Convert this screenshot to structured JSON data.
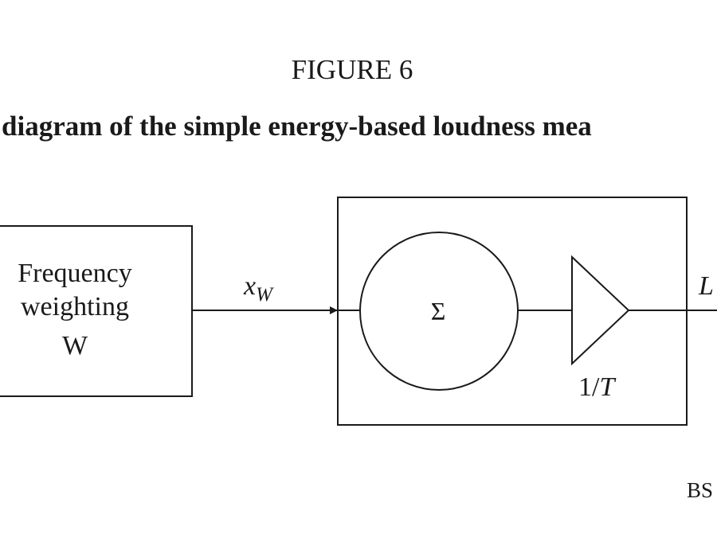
{
  "figure": {
    "title": "FIGURE 6",
    "caption": "diagram of the simple energy-based loudness mea",
    "reference": "BS"
  },
  "diagram": {
    "weighting_block": {
      "line1": "Frequency",
      "line2": "weighting",
      "line3": "W"
    },
    "signal_label": {
      "base": "x",
      "subscript": "W"
    },
    "summation_symbol": "Σ",
    "gain_label": {
      "prefix": "1/",
      "italic": "T"
    },
    "output_label": "L"
  }
}
